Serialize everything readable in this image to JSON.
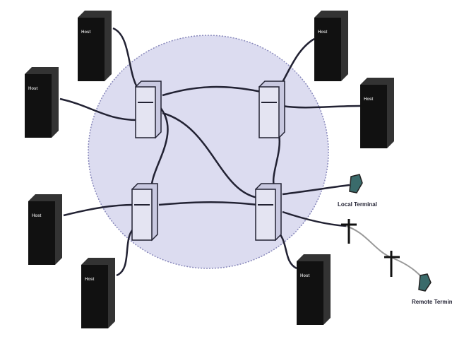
{
  "diagram": {
    "host_label": "Host",
    "local_terminal_label": "Local Terminal",
    "remote_terminal_label": "Remote Terminal",
    "colors": {
      "subnet_fill": "#dcdcf0",
      "subnet_border": "#8888bb",
      "host": "#111111",
      "switch": "#e4e4f2",
      "link": "#222233",
      "remote_link": "#999999"
    }
  }
}
